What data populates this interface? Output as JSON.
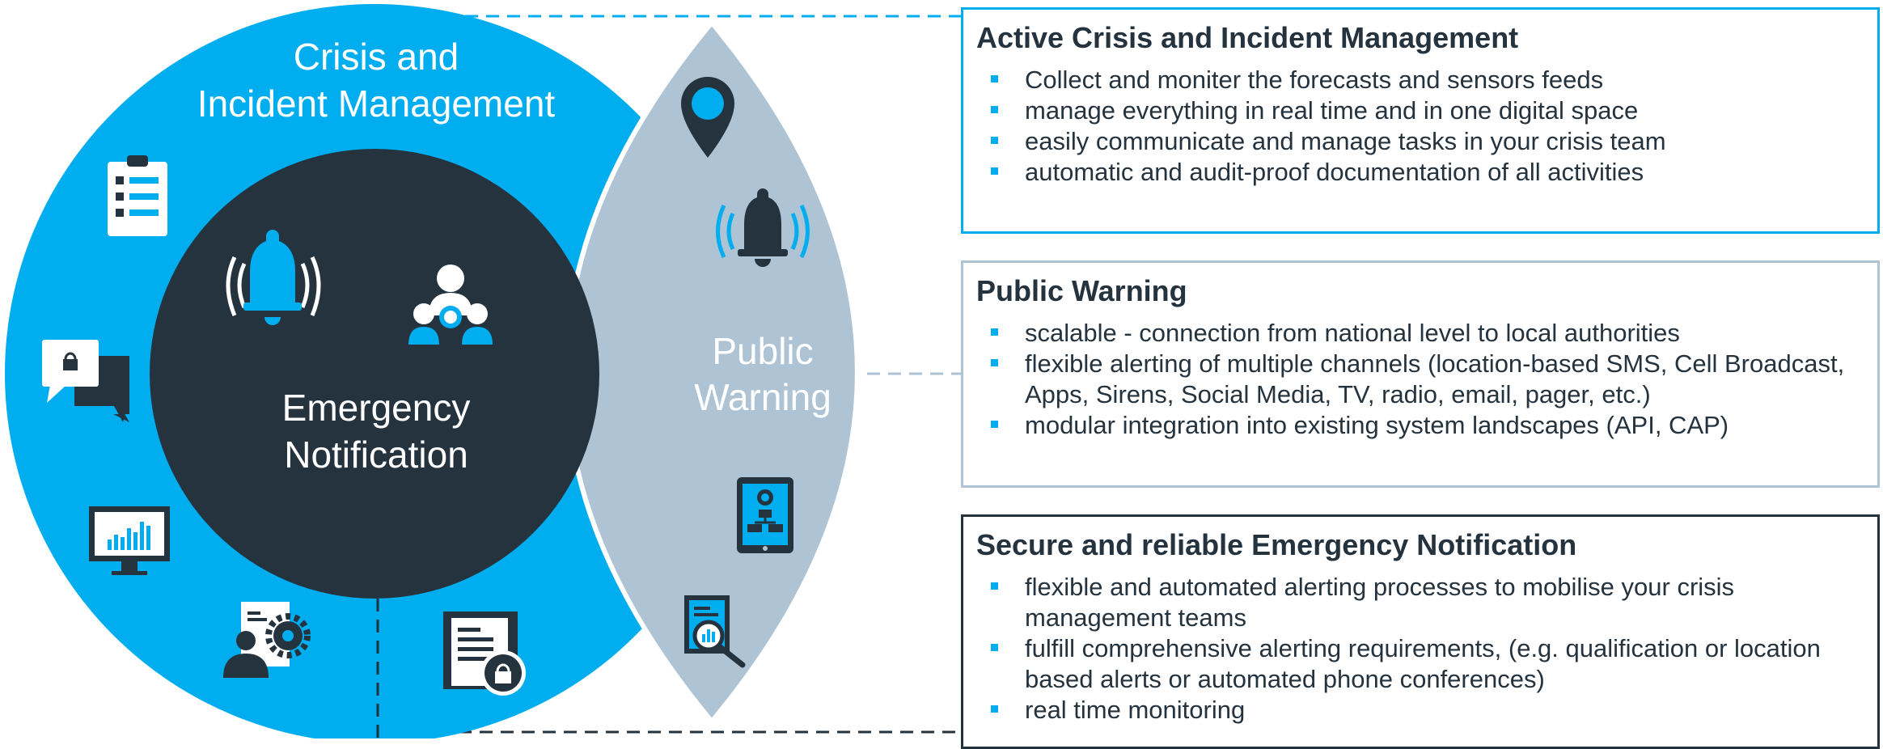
{
  "colors": {
    "blue": "#00aeef",
    "dark": "#25333f",
    "grey_blue": "#aec3d4",
    "white": "#ffffff"
  },
  "diagram": {
    "outer_ring_label_line1": "Crisis and",
    "outer_ring_label_line2": "Incident Management",
    "inner_circle_label_line1": "Emergency",
    "inner_circle_label_line2": "Notification",
    "lens_label_line1": "Public",
    "lens_label_line2": "Warning",
    "outer_ring_icons": [
      "checklist-icon",
      "chat-lock-icon",
      "monitor-chart-icon",
      "user-gear-icon",
      "document-lock-icon"
    ],
    "inner_icons": [
      "bell-ringing-icon",
      "group-call-icon"
    ],
    "lens_icons": [
      "map-pin-icon",
      "bell-ringing-icon",
      "tablet-org-chart-icon",
      "report-magnifier-icon"
    ]
  },
  "boxes": {
    "crisis": {
      "title": "Active Crisis and Incident Management",
      "items": [
        "Collect and moniter the forecasts and sensors feeds",
        "manage everything in real time and in one digital space",
        "easily communicate and manage tasks in your crisis team",
        "automatic and audit-proof documentation of all activities"
      ]
    },
    "public": {
      "title": "Public Warning",
      "items": [
        "scalable - connection from national level to local authorities",
        "flexible alerting of multiple channels (location-based SMS, Cell Broadcast, Apps, Sirens, Social Media, TV, radio, email, pager, etc.)",
        "modular integration into existing system landscapes (API, CAP)"
      ]
    },
    "secure": {
      "title": "Secure and reliable Emergency Notification",
      "items": [
        "flexible and automated alerting processes to mobilise your crisis management teams",
        "fulfill comprehensive alerting requirements, (e.g. qualification or location based alerts or automated phone conferences)",
        "real time monitoring"
      ]
    }
  }
}
